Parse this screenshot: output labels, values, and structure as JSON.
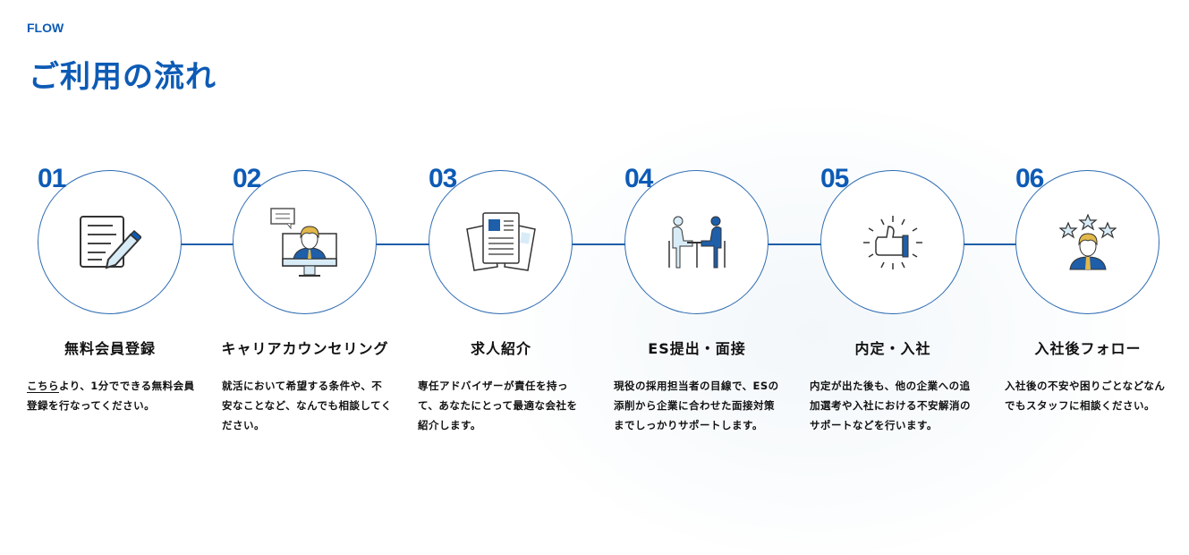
{
  "section": {
    "eyebrow": "FLOW",
    "title": "ご利用の流れ"
  },
  "steps": [
    {
      "num": "01",
      "title": "無料会員登録",
      "link": "こちら",
      "desc": "より、1分でできる無料会員登録を行なってください。",
      "icon": "document-pencil-icon"
    },
    {
      "num": "02",
      "title": "キャリアカウンセリング",
      "desc": "就活において希望する条件や、不安なことなど、なんでも相談してください。",
      "icon": "video-counseling-icon"
    },
    {
      "num": "03",
      "title": "求人紹介",
      "desc": "専任アドバイザーが責任を持って、あなたにとって最適な会社を紹介します。",
      "icon": "job-papers-icon"
    },
    {
      "num": "04",
      "title": "ES提出・面接",
      "desc": "現役の採用担当者の目線で、ESの添削から企業に合わせた面接対策までしっかりサポートします。",
      "icon": "interview-icon"
    },
    {
      "num": "05",
      "title": "内定・入社",
      "desc": "内定が出た後も、他の企業への追加選考や入社における不安解消のサポートなどを行います。",
      "icon": "thumbs-up-icon"
    },
    {
      "num": "06",
      "title": "入社後フォロー",
      "desc": "入社後の不安や困りごとなどなんでもスタッフに相談ください。",
      "icon": "person-stars-icon"
    }
  ],
  "colors": {
    "accent": "#0d5bb5",
    "line": "#1f5ea8",
    "hair": "#e2b84a"
  }
}
